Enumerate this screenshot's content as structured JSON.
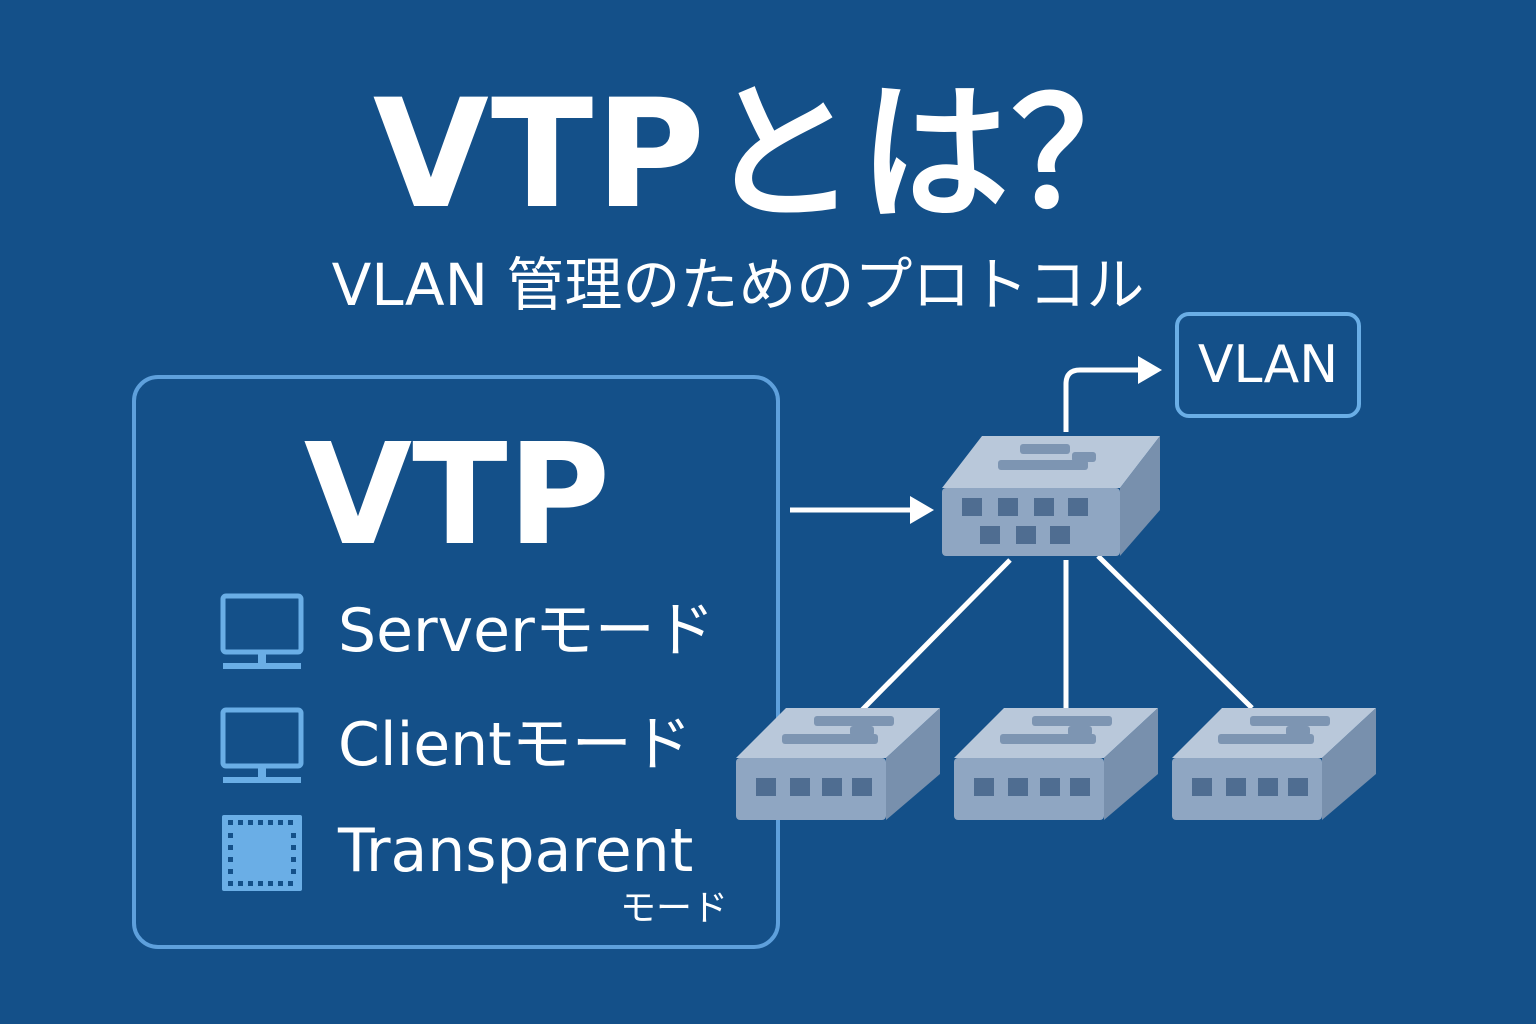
{
  "title": "VTPとは？",
  "subtitle": "VLAN 管理のためのプロトコル",
  "panel": {
    "title": "VTP",
    "modes": [
      {
        "label": "Serverモード",
        "icon": "monitor-icon"
      },
      {
        "label": "Clientモード",
        "icon": "monitor-icon"
      },
      {
        "label": "Transparent",
        "sublabel": "モード",
        "icon": "grid-panel-icon"
      }
    ]
  },
  "vlan_label": "VLAN",
  "colors": {
    "background": "#145089",
    "accent": "#5ea0dc",
    "switch": "#8fa6c2",
    "icon_fill": "#6aaee6"
  }
}
